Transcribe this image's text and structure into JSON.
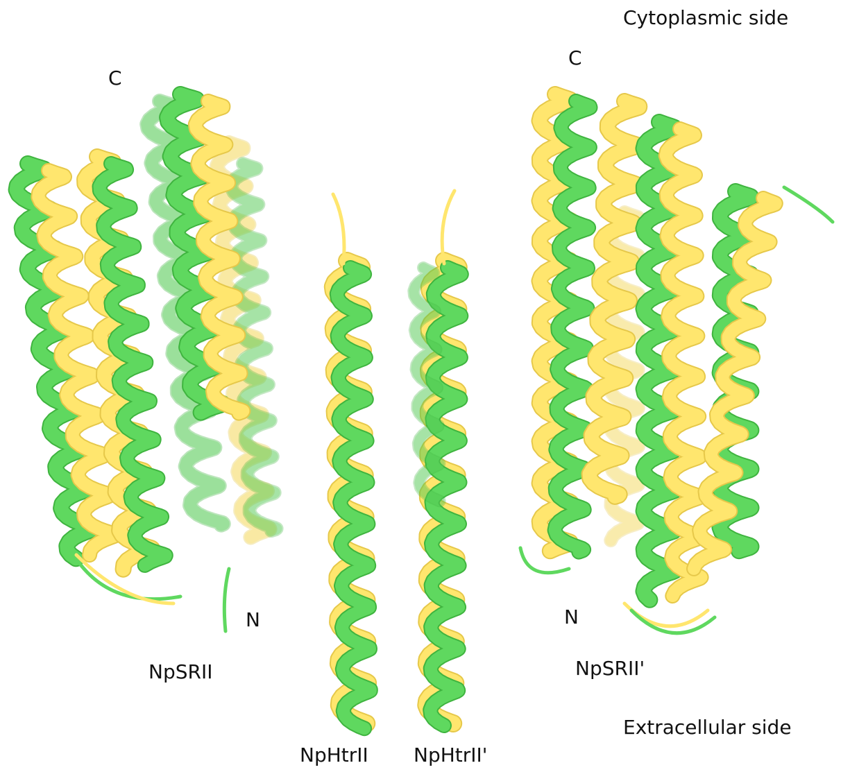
{
  "labels": {
    "cytoplasmic": "Cytoplasmic side",
    "extracellular": "Extracellular side",
    "c_left": "C",
    "c_right": "C",
    "n_left": "N",
    "n_right": "N",
    "npsrii": "NpSRII",
    "npsrii_prime": "NpSRII'",
    "nphtrii": "NpHtrII",
    "nphtrii_prime": "NpHtrII'"
  },
  "colors": {
    "green": "#5fd85f",
    "green_dark": "#3fb43f",
    "yellow": "#ffe66e",
    "yellow_dark": "#e6c84a",
    "background": "#ffffff"
  }
}
